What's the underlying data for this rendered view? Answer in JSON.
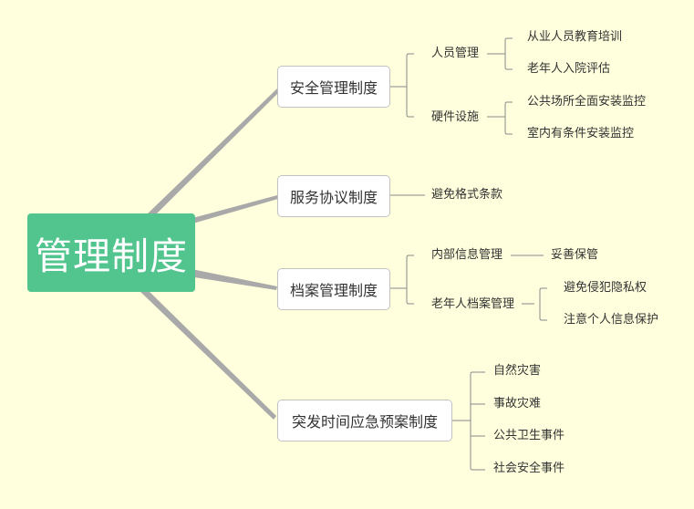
{
  "root": {
    "label": "管理制度"
  },
  "branches": [
    {
      "label": "安全管理制度",
      "children": [
        {
          "label": "人员管理",
          "children": [
            {
              "label": "从业人员教育培训"
            },
            {
              "label": "老年人入院评估"
            }
          ]
        },
        {
          "label": "硬件设施",
          "children": [
            {
              "label": "公共场所全面安装监控"
            },
            {
              "label": "室内有条件安装监控"
            }
          ]
        }
      ]
    },
    {
      "label": "服务协议制度",
      "children": [
        {
          "label": "避免格式条款"
        }
      ]
    },
    {
      "label": "档案管理制度",
      "children": [
        {
          "label": "内部信息管理",
          "children": [
            {
              "label": "妥善保管"
            }
          ]
        },
        {
          "label": "老年人档案管理",
          "children": [
            {
              "label": "避免侵犯隐私权"
            },
            {
              "label": "注意个人信息保护"
            }
          ]
        }
      ]
    },
    {
      "label": "突发时间应急预案制度",
      "children": [
        {
          "label": "自然灾害"
        },
        {
          "label": "事故灾难"
        },
        {
          "label": "公共卫生事件"
        },
        {
          "label": "社会安全事件"
        }
      ]
    }
  ]
}
